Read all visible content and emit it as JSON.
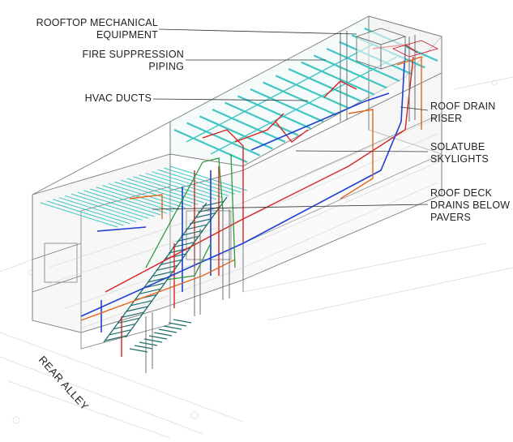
{
  "callouts": {
    "rooftop_mechanical": [
      "ROOFTOP MECHANICAL",
      "EQUIPMENT"
    ],
    "fire_suppression": [
      "FIRE SUPPRESSION",
      "PIPING"
    ],
    "hvac_ducts": [
      "HVAC DUCTS"
    ],
    "roof_drain_riser": [
      "ROOF DRAIN",
      "RISER"
    ],
    "solatube_skylights": [
      "SOLATUBE",
      "SKYLIGHTS"
    ],
    "roof_deck_drains": [
      "ROOF DECK",
      "DRAINS BELOW",
      "PAVERS"
    ]
  },
  "ground_label": "REAR ALLEY",
  "colors": {
    "structure": "#6b6b6b",
    "ghost": "#c9c9c9",
    "duct": "#3fc6c2",
    "fire": "#d8231f",
    "water": "#1f3fd1",
    "drain": "#e2661b",
    "green": "#2f9a3a",
    "stair": "#1d6e6a"
  }
}
